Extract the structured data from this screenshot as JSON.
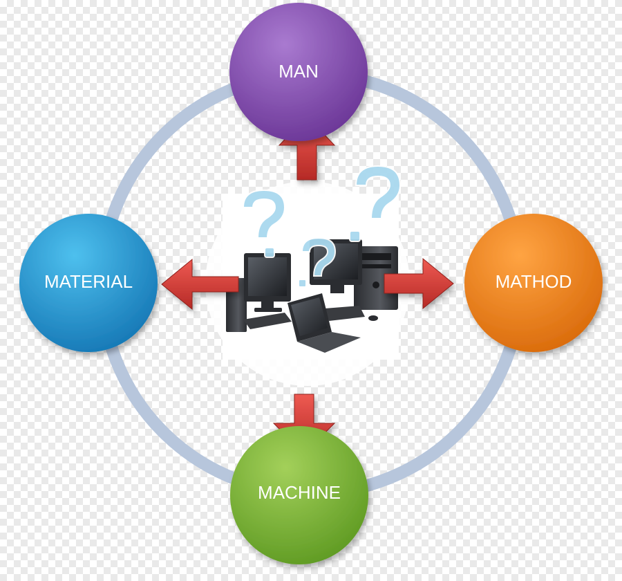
{
  "nodes": [
    {
      "id": "man",
      "label": "MAN",
      "color": "#8a4fb5"
    },
    {
      "id": "mathod",
      "label": "MATHOD",
      "color": "#f07f1a"
    },
    {
      "id": "machine",
      "label": "MACHINE",
      "color": "#7fb33a"
    },
    {
      "id": "material",
      "label": "MATERIAL",
      "color": "#1f9ad6"
    }
  ],
  "ring_color": "#b7c6dc",
  "arrow_color": "#d33a35",
  "center_icon": "computers-with-question-marks-icon",
  "question_mark_color": "#a9d9ef"
}
